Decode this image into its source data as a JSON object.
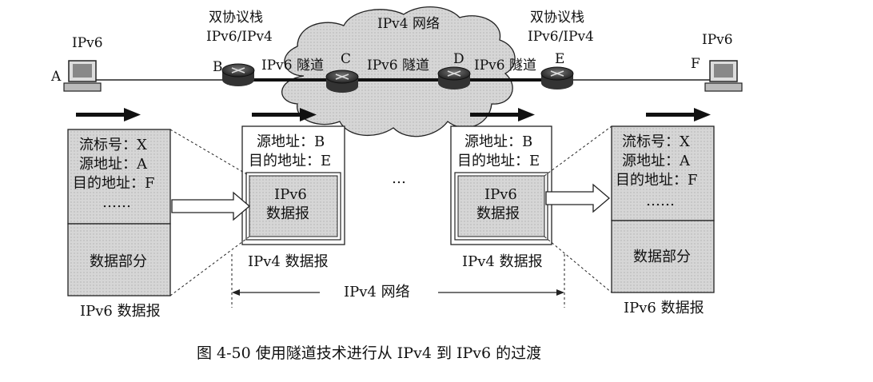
{
  "top": {
    "dual_stack_left": [
      "双协议栈",
      "IPv6/IPv4"
    ],
    "dual_stack_right": [
      "双协议栈",
      "IPv6/IPv4"
    ],
    "cloud_label": "IPv4 网络",
    "host_a_proto": "IPv6",
    "host_f_proto": "IPv6",
    "tunnel_labels": [
      "IPv6 隧道",
      "IPv6 隧道",
      "IPv6 隧道"
    ]
  },
  "nodes": {
    "A": "A",
    "B": "B",
    "C": "C",
    "D": "D",
    "E": "E",
    "F": "F"
  },
  "left_ipv6": {
    "lines": [
      "流标号：X",
      "源地址：A",
      "目的地址：F",
      "……"
    ],
    "data": "数据部分",
    "caption": "IPv6 数据报"
  },
  "ipv4_left": {
    "lines": [
      "源地址：B",
      "目的地址：E"
    ],
    "inner": [
      "IPv6",
      "数据报"
    ],
    "caption": "IPv4 数据报"
  },
  "ellipsis": "…",
  "ipv4_right": {
    "lines": [
      "源地址：B",
      "目的地址：E"
    ],
    "inner": [
      "IPv6",
      "数据报"
    ],
    "caption": "IPv4 数据报"
  },
  "right_ipv6": {
    "lines": [
      "流标号：X",
      "源地址：A",
      "目的地址：F",
      "……"
    ],
    "data": "数据部分",
    "caption": "IPv6 数据报"
  },
  "network_span": "IPv4  网络",
  "figure_caption": "图 4-50    使用隧道技术进行从 IPv4 到 IPv6 的过渡"
}
